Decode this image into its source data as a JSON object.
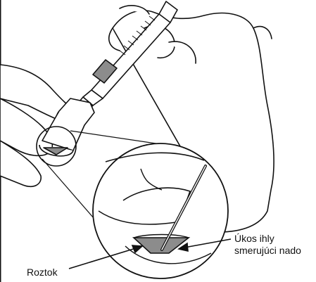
{
  "labels": {
    "solution": "Roztok",
    "needle_tip_line1": "Úkos ihly",
    "needle_tip_line2": "smerujúci nado"
  },
  "colors": {
    "line": "#111111",
    "fill": "#ffffff",
    "liquid": "#8c8c8c"
  },
  "icons": [
    "syringe-icon",
    "vial-icon",
    "hand-icon",
    "needle-icon",
    "magnifier-circle-icon"
  ]
}
